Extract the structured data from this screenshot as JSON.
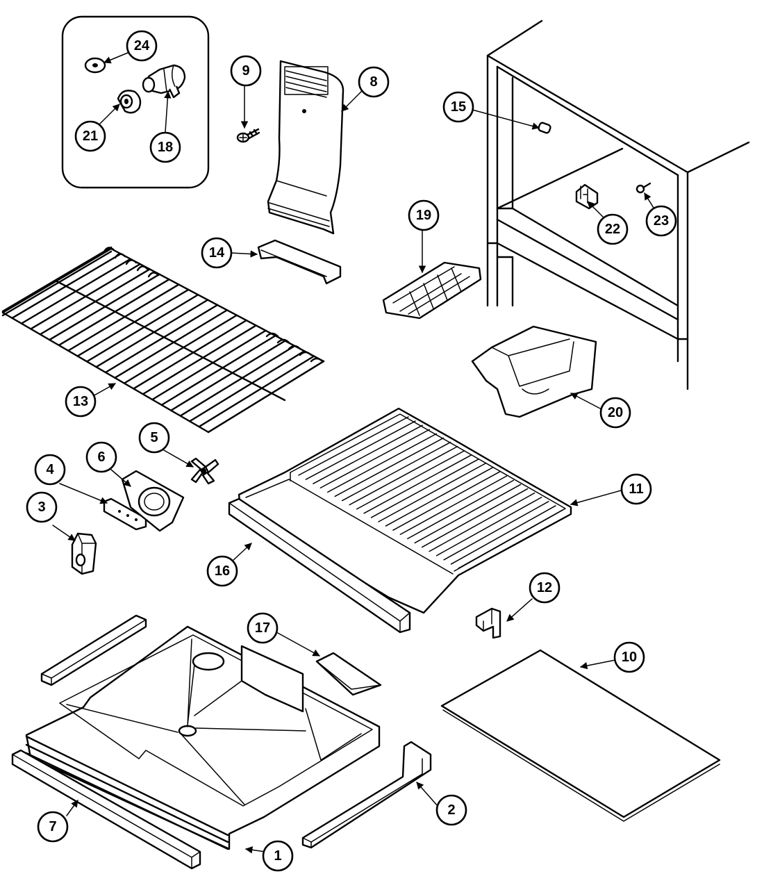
{
  "callouts": [
    {
      "id": "24",
      "label": "24"
    },
    {
      "id": "21",
      "label": "21"
    },
    {
      "id": "18",
      "label": "18"
    },
    {
      "id": "9",
      "label": "9"
    },
    {
      "id": "8",
      "label": "8"
    },
    {
      "id": "15",
      "label": "15"
    },
    {
      "id": "22",
      "label": "22"
    },
    {
      "id": "23",
      "label": "23"
    },
    {
      "id": "14",
      "label": "14"
    },
    {
      "id": "19",
      "label": "19"
    },
    {
      "id": "13",
      "label": "13"
    },
    {
      "id": "20",
      "label": "20"
    },
    {
      "id": "5",
      "label": "5"
    },
    {
      "id": "6",
      "label": "6"
    },
    {
      "id": "4",
      "label": "4"
    },
    {
      "id": "3",
      "label": "3"
    },
    {
      "id": "11",
      "label": "11"
    },
    {
      "id": "16",
      "label": "16"
    },
    {
      "id": "12",
      "label": "12"
    },
    {
      "id": "17",
      "label": "17"
    },
    {
      "id": "10",
      "label": "10"
    },
    {
      "id": "2",
      "label": "2"
    },
    {
      "id": "7",
      "label": "7"
    },
    {
      "id": "1",
      "label": "1"
    }
  ]
}
